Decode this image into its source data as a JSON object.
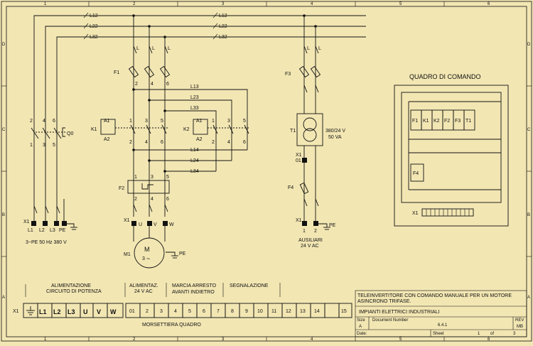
{
  "border": {
    "cols": [
      "1",
      "2",
      "3",
      "4",
      "5",
      "6"
    ],
    "rows": [
      "D",
      "C",
      "B",
      "A"
    ]
  },
  "bus": [
    "L12",
    "L22",
    "L32"
  ],
  "feed": [
    "L13",
    "L23",
    "L33",
    "L14",
    "L24",
    "L34"
  ],
  "devices": {
    "f1": "F1",
    "f2": "F2",
    "f3": "F3",
    "f4": "F4",
    "k1": "K1",
    "k2": "K2",
    "q0": "Q0",
    "t1": "T1",
    "m1": "M1",
    "a1": "A1",
    "a2": "A2",
    "x1": "X1",
    "x1_01": "01",
    "pe": "PE"
  },
  "contact": {
    "l": "L",
    "n1": "1",
    "n2": "2",
    "n3": "3",
    "n4": "4",
    "n5": "5",
    "n6": "6"
  },
  "motor": {
    "m": "M",
    "three": "3",
    "tilde": "~",
    "u": "U",
    "v": "V",
    "w": "W"
  },
  "supply": {
    "terms": [
      "L1",
      "L2",
      "L3",
      "PE"
    ],
    "label": "3~PE 50 Hz 380 V"
  },
  "transformer": {
    "rating1": "380/24 V",
    "rating2": "50 VA"
  },
  "aux": {
    "line1": "AUSILIARI",
    "line2": "24 V AC",
    "t1": "1",
    "t2": "2"
  },
  "panel": {
    "title": "QUADRO DI COMANDO",
    "devices": [
      "F1",
      "K1",
      "K2",
      "F2",
      "F3",
      "T1"
    ],
    "f4": "F4",
    "x1": "X1"
  },
  "sections": {
    "power_1": "ALIMENTAZIONE",
    "power_2": "CIRCUITO DI POTENZA",
    "aux_1": "ALIMENTAZ.",
    "aux_2": "24 V AC",
    "march_1": "MARCIA ARRESTO",
    "march_2": "AVANTI INDIETRO",
    "signal": "SEGNALAZIONE"
  },
  "strip": {
    "label": "X1",
    "cells": [
      "L1",
      "L2",
      "L3",
      "U",
      "V",
      "W",
      "01",
      "2",
      "3",
      "4",
      "5",
      "6",
      "7",
      "8",
      "9",
      "10",
      "11",
      "12",
      "13",
      "14",
      "15"
    ],
    "title": "MORSETTIERA QUADRO"
  },
  "titleblock": {
    "title_1": "TELEINVERTITORE CON COMANDO MANUALE PER UN MOTORE",
    "title_2": "ASINCRONO TRIFASE.",
    "company": "IMPIANTI ELETTRICI INDUSTRIALI",
    "size_label": "Size",
    "size_value": "A",
    "docnum_label": "Document Number",
    "docnum_value": "6.4.1",
    "rev_label": "REV",
    "rev_value": "MB",
    "date_label": "Date:",
    "sheet_label": "Sheet",
    "sheet_num": "1",
    "sheet_of": "of",
    "sheet_total": "3"
  }
}
